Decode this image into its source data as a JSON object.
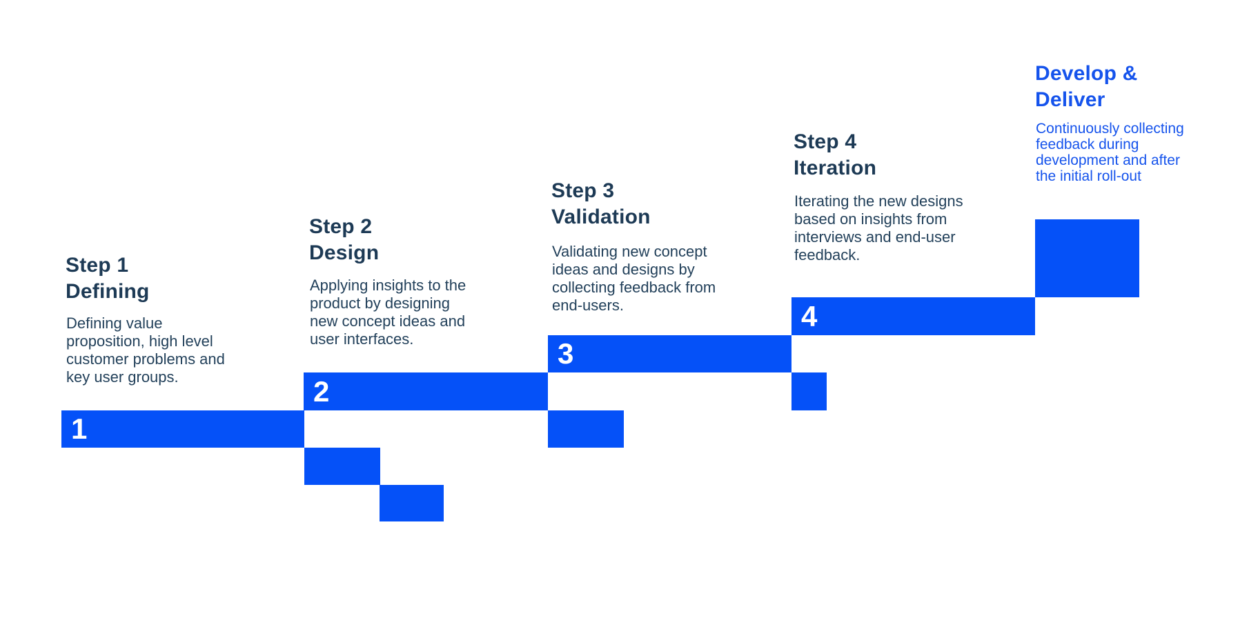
{
  "colors": {
    "bar_blue": "#0551f8",
    "heading_navy": "#1d3a55",
    "body_navy": "#22405a",
    "accent_blue_text": "#1553ec",
    "number_white": "#ffffff",
    "page_bg": "#ffffff"
  },
  "steps": [
    {
      "number": "1",
      "title": "Step 1\nDefining",
      "description": "Defining value\nproposition, high level\ncustomer problems and\nkey user groups."
    },
    {
      "number": "2",
      "title": "Step 2\nDesign",
      "description": "Applying insights to the\nproduct by designing\nnew concept ideas and\nuser interfaces."
    },
    {
      "number": "3",
      "title": "Step 3\nValidation",
      "description": "Validating new concept\nideas and designs by\ncollecting feedback from\nend-users."
    },
    {
      "number": "4",
      "title": "Step 4\nIteration",
      "description": "Iterating the new designs\nbased on insights from\ninterviews and end-user\nfeedback."
    }
  ],
  "final_phase": {
    "title": "Develop &\nDeliver",
    "description": "Continuously collecting\nfeedback during\ndevelopment and after\nthe initial roll-out"
  }
}
